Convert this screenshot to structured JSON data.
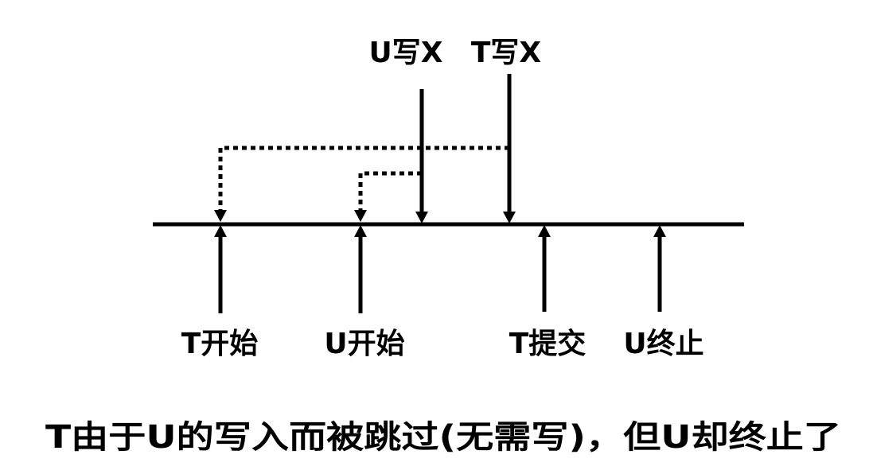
{
  "events": {
    "u_write_x": "U写X",
    "t_write_x": "T写X",
    "t_start": "T开始",
    "u_start": "U开始",
    "t_commit": "T提交",
    "u_abort": "U终止"
  },
  "caption": "T由于U的写入而被跳过(无需写)，但U却终止了",
  "colors": {
    "ink": "#000000",
    "background": "#ffffff"
  }
}
